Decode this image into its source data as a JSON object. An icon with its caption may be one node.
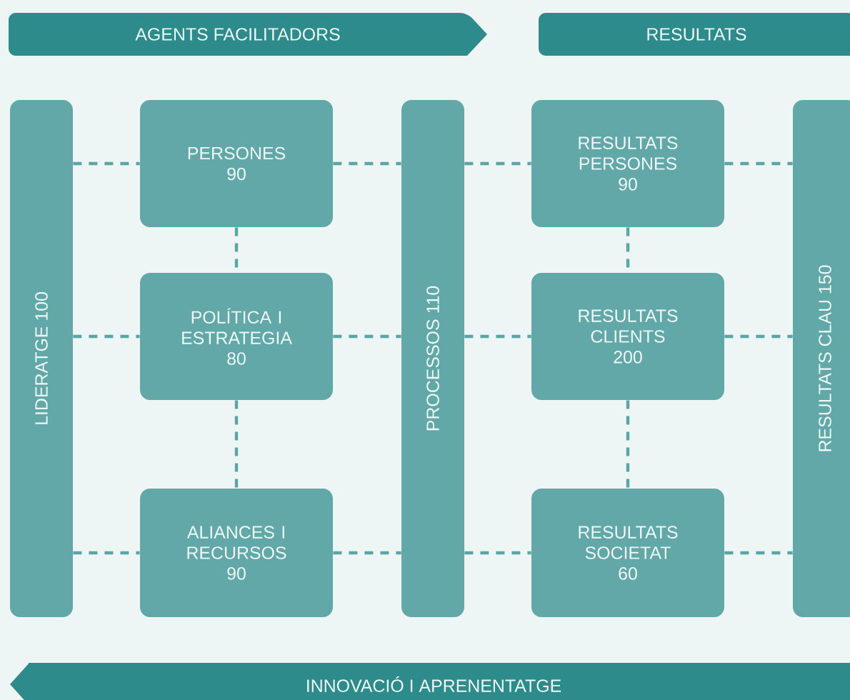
{
  "diagram": {
    "nodes": [
      {
        "text": [
          "AGENTS FACILITADORS"
        ]
      },
      {
        "text": [
          "RESULTATS"
        ]
      },
      {
        "text": [
          "LIDERATGE 100"
        ]
      },
      {
        "text": [
          "PERSONES",
          "90"
        ]
      },
      {
        "text": [
          "POLÍTICA I ESTRATEGIA",
          "80"
        ]
      },
      {
        "text": [
          "ALIANCES I RECURSOS",
          "90"
        ]
      },
      {
        "text": [
          "PROCESSOS 110"
        ]
      },
      {
        "text": [
          "RESULTATS PERSONES",
          "90"
        ]
      },
      {
        "text": [
          "RESULTATS CLIENTS",
          "200"
        ]
      },
      {
        "text": [
          "RESULTATS SOCIETAT",
          "60"
        ]
      },
      {
        "text": [
          "RESULTATS CLAU 150"
        ]
      },
      {
        "text": [
          "INNOVACIÓ I APRENENTATGE"
        ]
      }
    ],
    "edges": [
      {
        "from": 2,
        "to": 3,
        "arrow": "none",
        "style": "dashed"
      },
      {
        "from": 3,
        "to": 6,
        "arrow": "none",
        "style": "dashed"
      },
      {
        "from": 6,
        "to": 7,
        "arrow": "none",
        "style": "dashed"
      },
      {
        "from": 7,
        "to": 10,
        "arrow": "none",
        "style": "dashed"
      },
      {
        "from": 3,
        "to": 4,
        "arrow": "none",
        "style": "dashed"
      },
      {
        "from": 7,
        "to": 8,
        "arrow": "none",
        "style": "dashed"
      },
      {
        "from": 2,
        "to": 4,
        "arrow": "none",
        "style": "dashed"
      },
      {
        "from": 4,
        "to": 6,
        "arrow": "none",
        "style": "dashed"
      },
      {
        "from": 6,
        "to": 8,
        "arrow": "none",
        "style": "dashed"
      },
      {
        "from": 8,
        "to": 10,
        "arrow": "none",
        "style": "dashed"
      },
      {
        "from": 4,
        "to": 5,
        "arrow": "none",
        "style": "dashed"
      },
      {
        "from": 8,
        "to": 9,
        "arrow": "none",
        "style": "dashed"
      },
      {
        "from": 2,
        "to": 5,
        "arrow": "none",
        "style": "dashed"
      },
      {
        "from": 5,
        "to": 6,
        "arrow": "none",
        "style": "dashed"
      },
      {
        "from": 6,
        "to": 9,
        "arrow": "none",
        "style": "dashed"
      },
      {
        "from": 9,
        "to": 10,
        "arrow": "none",
        "style": "dashed"
      }
    ]
  }
}
